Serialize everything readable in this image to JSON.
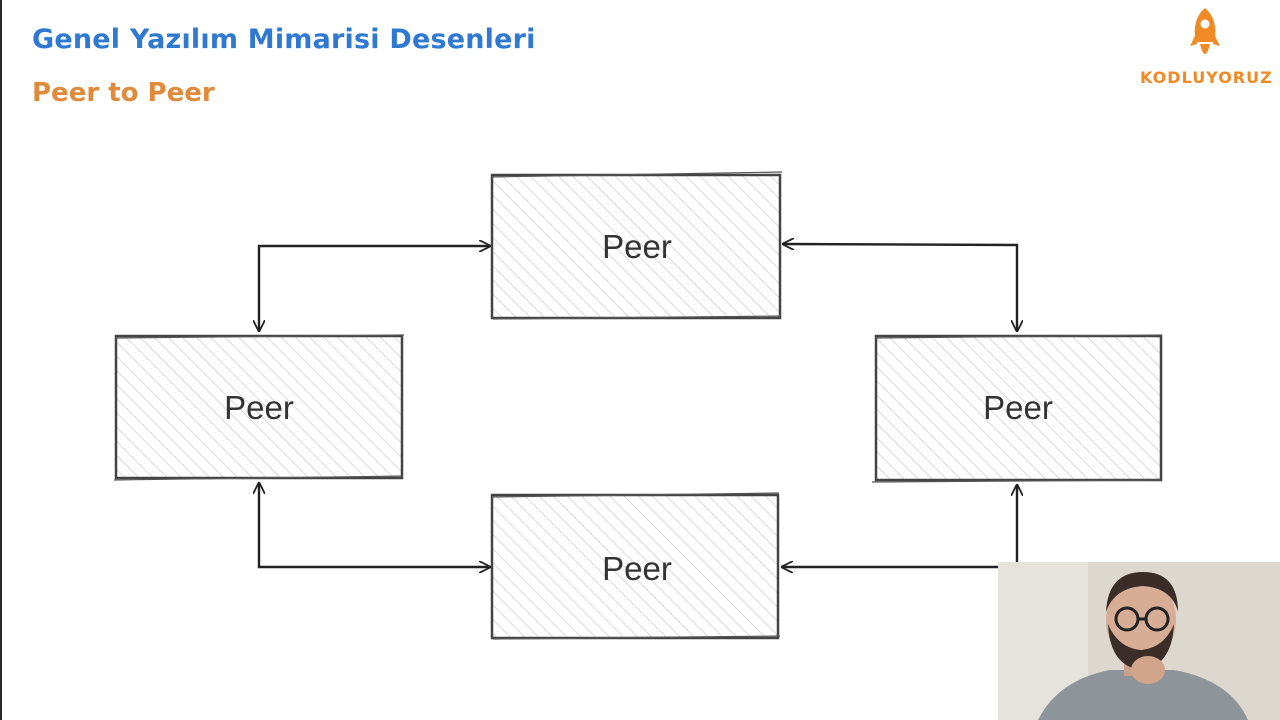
{
  "header": {
    "title": "Genel Yazılım Mimarisi Desenleri",
    "subtitle": "Peer to Peer"
  },
  "logo": {
    "text": "KODLUYORUZ",
    "icon": "rocket-icon",
    "color": "#f08a24"
  },
  "diagram": {
    "peers": [
      {
        "id": "top",
        "label": "Peer"
      },
      {
        "id": "left",
        "label": "Peer"
      },
      {
        "id": "right",
        "label": "Peer"
      },
      {
        "id": "bottom",
        "label": "Peer"
      }
    ],
    "connections": [
      {
        "from": "left",
        "to": "top",
        "bidirectional": true
      },
      {
        "from": "top",
        "to": "right",
        "bidirectional": true
      },
      {
        "from": "left",
        "to": "bottom",
        "bidirectional": true
      },
      {
        "from": "right",
        "to": "bottom",
        "bidirectional": true
      }
    ]
  },
  "colors": {
    "title": "#2f79d3",
    "subtitle": "#e08a3c",
    "stroke": "#333333",
    "hatch": "#d8d8d8"
  },
  "webcam": {
    "description_icon": "presenter-video"
  }
}
